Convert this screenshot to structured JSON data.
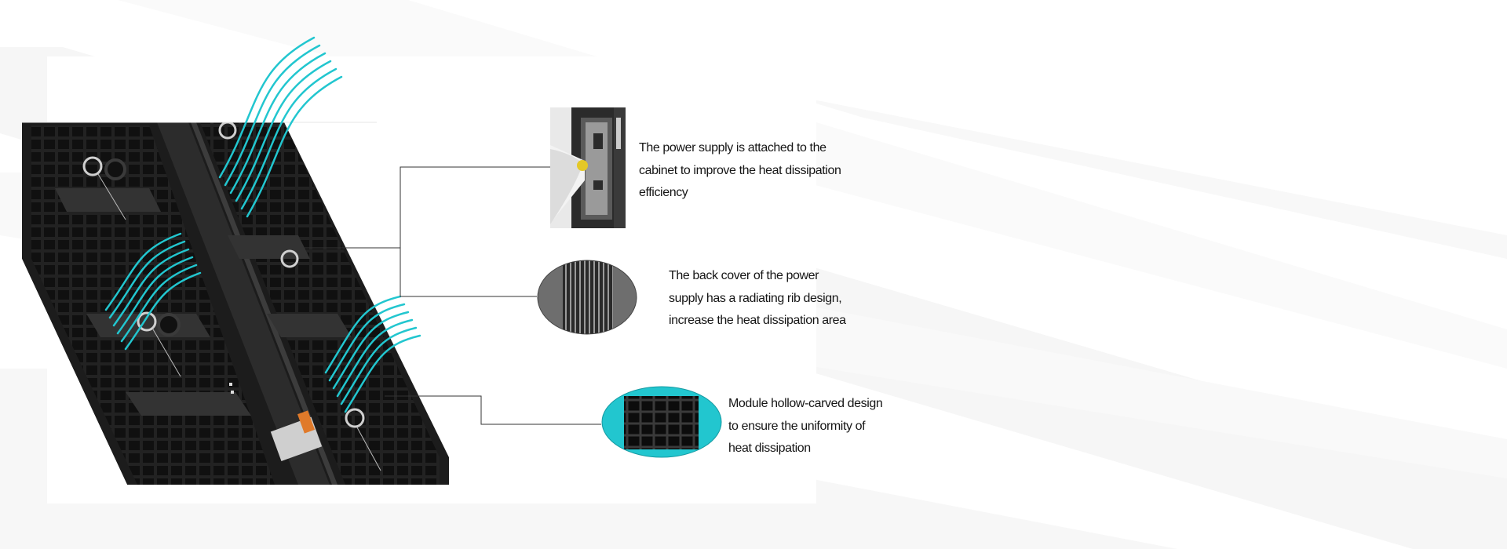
{
  "callouts": [
    {
      "lines": [
        "The power supply is attached to the",
        "cabinet to improve the heat dissipation",
        "efficiency"
      ]
    },
    {
      "lines": [
        "The back cover of the power",
        "supply has a radiating rib design,",
        "increase the heat dissipation area"
      ]
    },
    {
      "lines": [
        "Module hollow-carved design",
        "to ensure the uniformity of",
        "heat dissipation"
      ]
    }
  ],
  "colors": {
    "accent_cyan": "#22c6cf",
    "cabinet_dark": "#1c1c1c",
    "leader_line": "#333333",
    "text": "#151515"
  },
  "icons": {
    "heat_flow": "heat-wave-lines",
    "thumb_1": "power-supply-photo",
    "thumb_2": "radiating-rib-cover",
    "thumb_3": "hollow-module-grid"
  }
}
